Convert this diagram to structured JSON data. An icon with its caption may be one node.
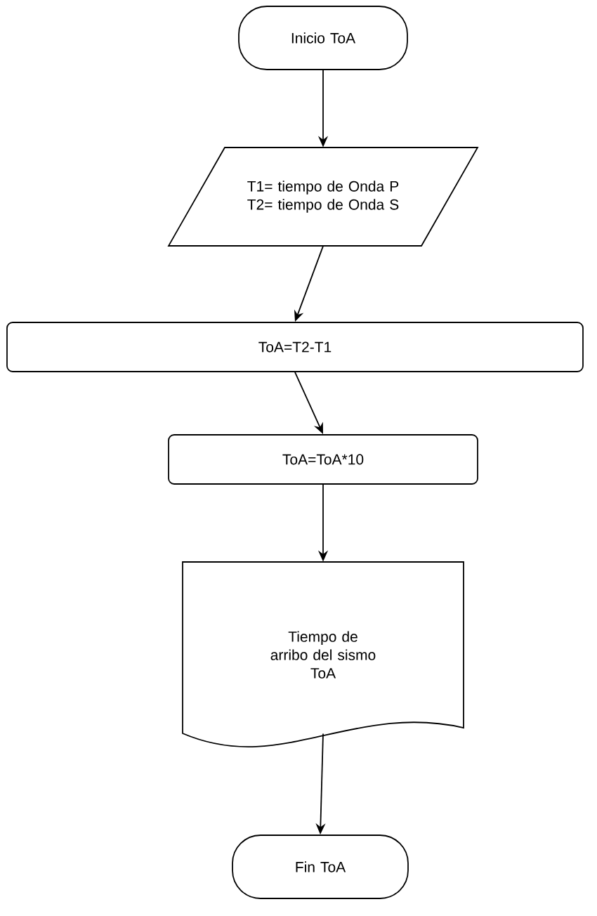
{
  "diagram": {
    "nodes": [
      {
        "text": [
          "Inicio ToA"
        ]
      },
      {
        "text": [
          "T1= tiempo de Onda P T2= tiempo de Onda S"
        ]
      },
      {
        "text": [
          "ToA=T2-T1"
        ]
      },
      {
        "text": [
          "ToA=ToA*10"
        ]
      },
      {
        "text": [
          "Tiempo de arribo del sismo",
          "ToA"
        ]
      },
      {
        "text": [
          "Fin ToA"
        ]
      }
    ],
    "edges": [
      {
        "from": 0,
        "to": 1,
        "arrow": "to"
      },
      {
        "from": 1,
        "to": 2,
        "arrow": "to"
      },
      {
        "from": 2,
        "to": 3,
        "arrow": "to"
      },
      {
        "from": 3,
        "to": 4,
        "arrow": "to"
      },
      {
        "from": 4,
        "to": 5,
        "arrow": "to"
      }
    ]
  }
}
